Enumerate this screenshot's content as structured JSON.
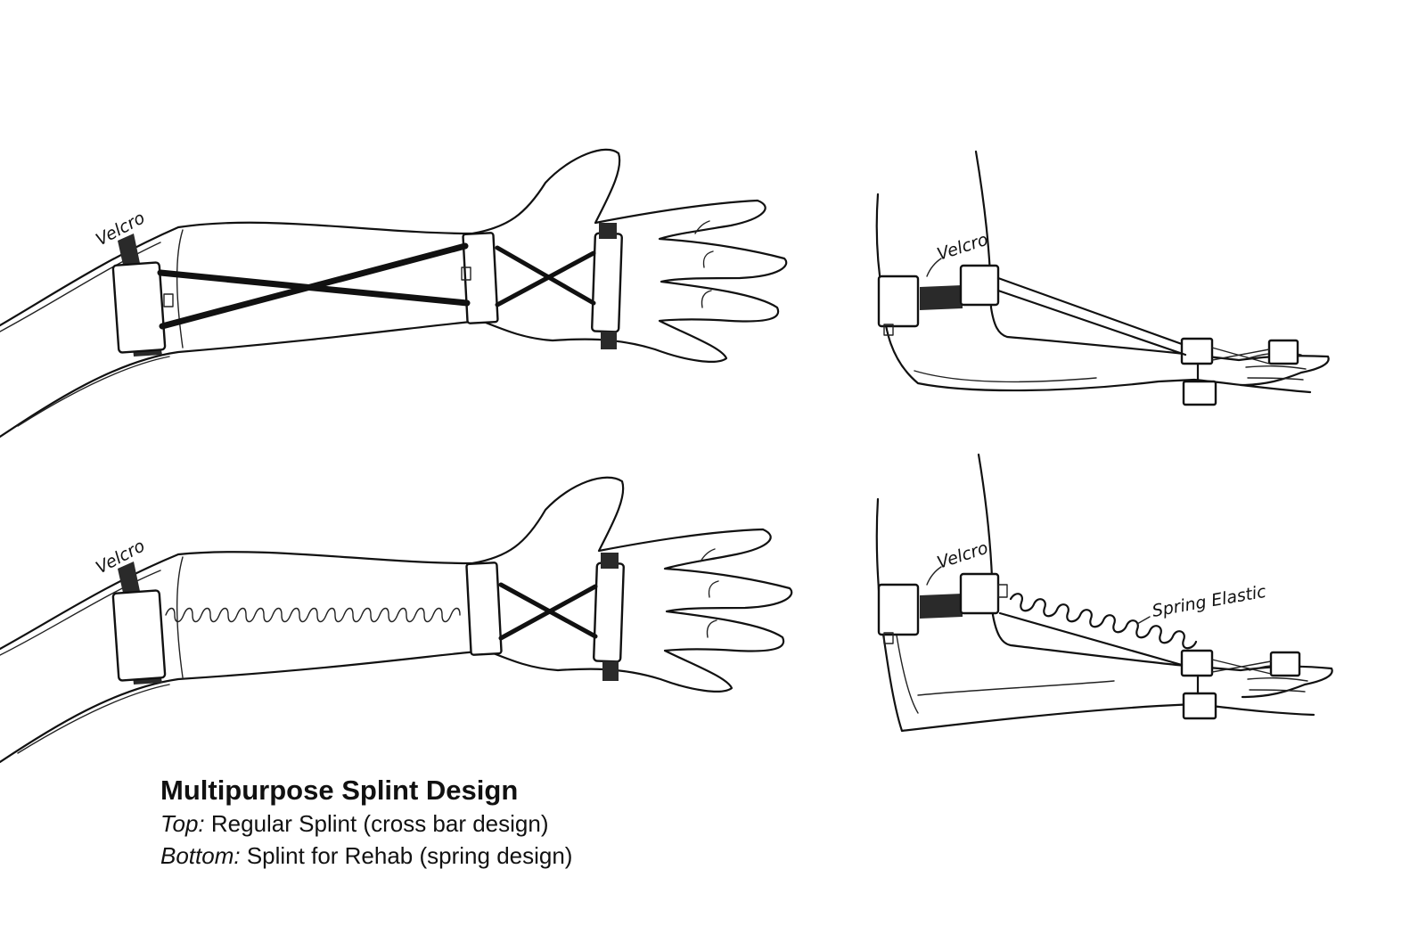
{
  "labels": {
    "velcro": "Velcro",
    "spring_elastic": "Spring Elastic"
  },
  "caption": {
    "title": "Multipurpose Splint Design",
    "top_lead": "Top:",
    "top_text": "Regular Splint (cross bar design)",
    "bottom_lead": "Bottom:",
    "bottom_text": "Splint for Rehab (spring design)"
  },
  "colors": {
    "ink": "#111111",
    "paper": "#ffffff"
  }
}
